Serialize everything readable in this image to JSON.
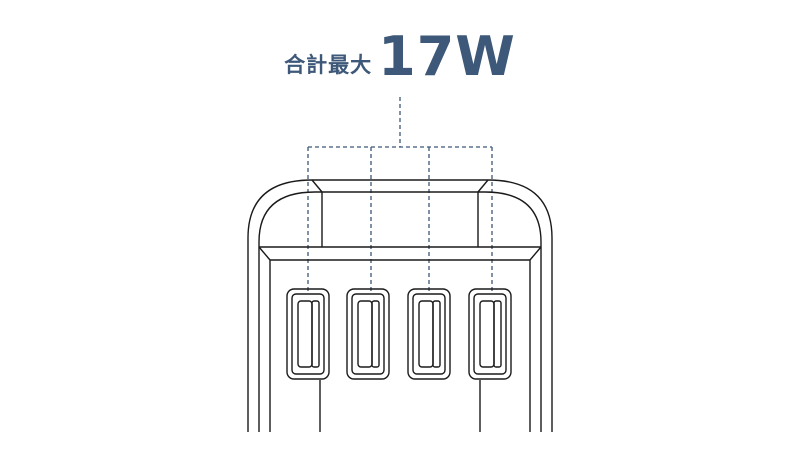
{
  "heading": {
    "prefix": "合計最大",
    "value": "17W"
  },
  "colors": {
    "accent": "#3d5878",
    "outline": "#1a1a1a",
    "background": "#ffffff"
  },
  "usb_ports": [
    {
      "name": "usb-port-1"
    },
    {
      "name": "usb-port-2"
    },
    {
      "name": "usb-port-3"
    },
    {
      "name": "usb-port-4"
    }
  ]
}
